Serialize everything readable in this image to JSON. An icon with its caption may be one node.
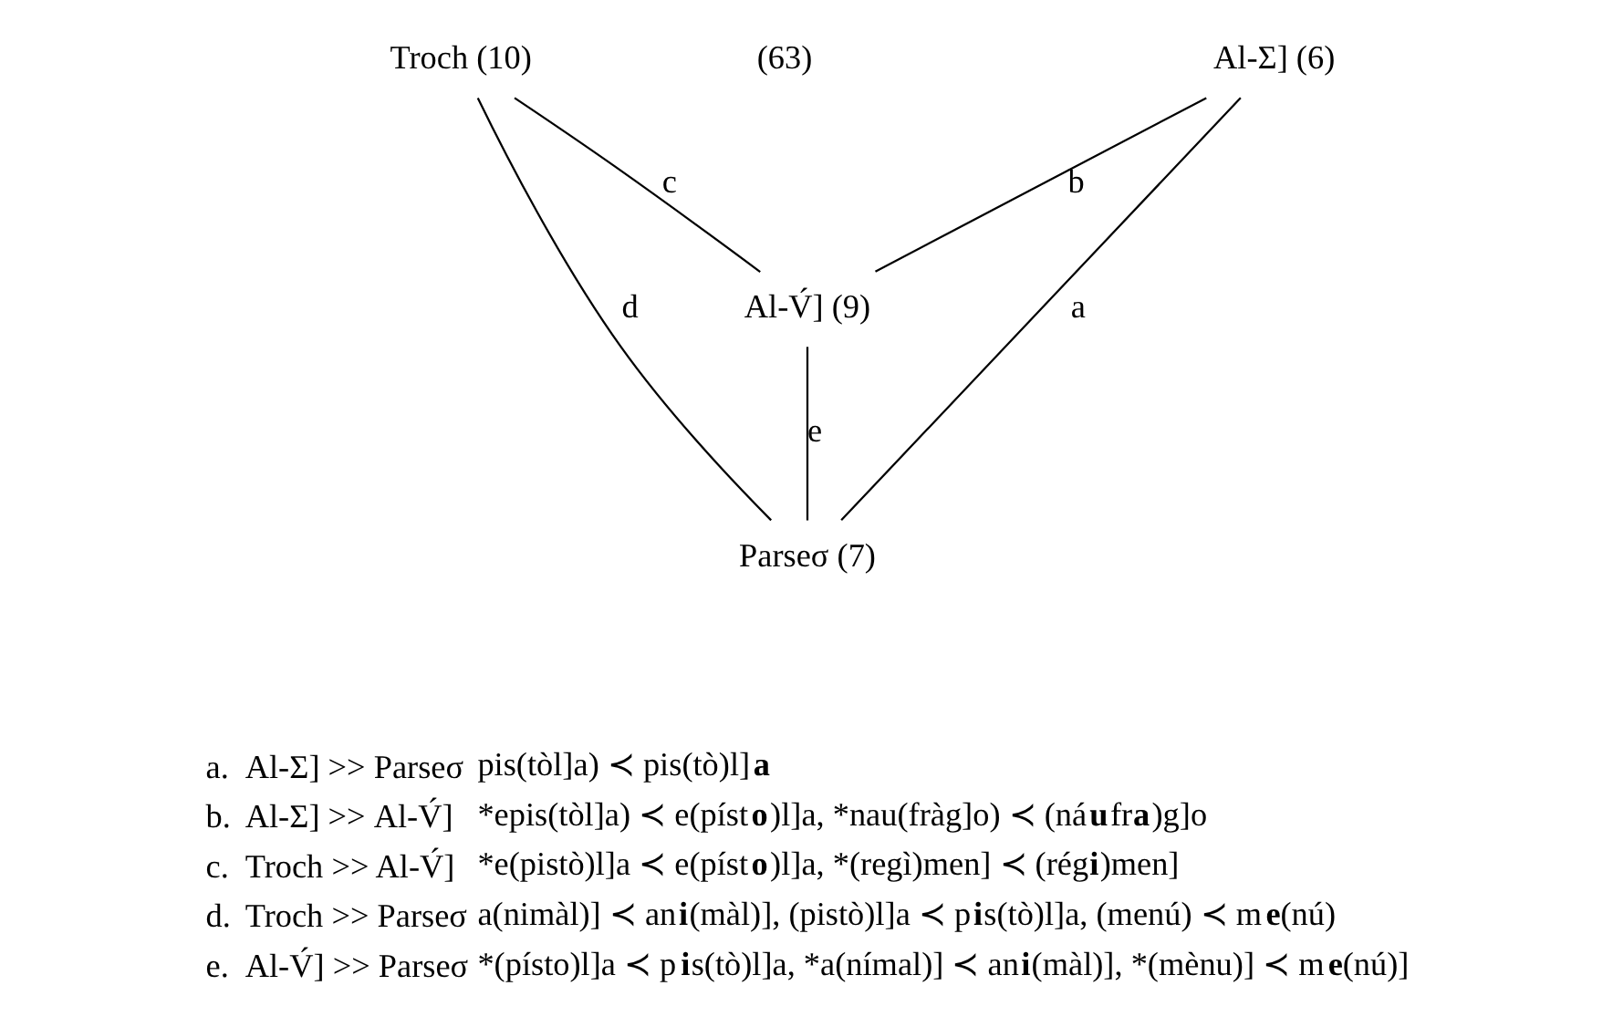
{
  "diagram": {
    "nodes": [
      {
        "text": [
          "Al-Σ] (6)"
        ]
      },
      {
        "text": [
          "Troch (10)"
        ]
      },
      {
        "text": [
          "Al-V́] (9)"
        ]
      },
      {
        "text": [
          "Parseσ (7)"
        ]
      }
    ],
    "edges": [
      {
        "from": 0,
        "to": 3,
        "arrow": "none",
        "label": "a"
      },
      {
        "from": 0,
        "to": 2,
        "arrow": "none",
        "label": "b"
      },
      {
        "from": 1,
        "to": 2,
        "arrow": "none",
        "label": "c"
      },
      {
        "from": 1,
        "to": 3,
        "arrow": "none",
        "label": "d"
      },
      {
        "from": 2,
        "to": 3,
        "arrow": "none",
        "label": "e"
      }
    ],
    "labels": [
      "(63)",
      "a.",
      "Al-Σ] >> Parseσ",
      "pis(tòl]a) ≺ pis(tò)l]**a**",
      "b.",
      "Al-Σ] >> Al-V́]",
      "*epis(tòl]a) ≺ e(píst**o**)l]a, *nau(fràg]o) ≺ (ná**u**fr**a**)g]o",
      "c.",
      "Troch >> Al-V́]",
      "*e(pistò)l]a ≺ e(píst**o**)l]a, *(regì)men] ≺ (rég**i**)men]",
      "d.",
      "Troch >> Parseσ",
      "a(nimàl)] ≺ an**i**(màl)], (pistò)l]a ≺ p**i**s(tò)l]a, (menú) ≺ m**e**(nú)",
      "e.",
      "Al-V́] >> Parseσ",
      "*(písto)l]a ≺ p**i**s(tò)l]a, *a(nímal)] ≺ an**i**(màl)], *(mènu)] ≺ m**e**(nú)]"
    ]
  }
}
